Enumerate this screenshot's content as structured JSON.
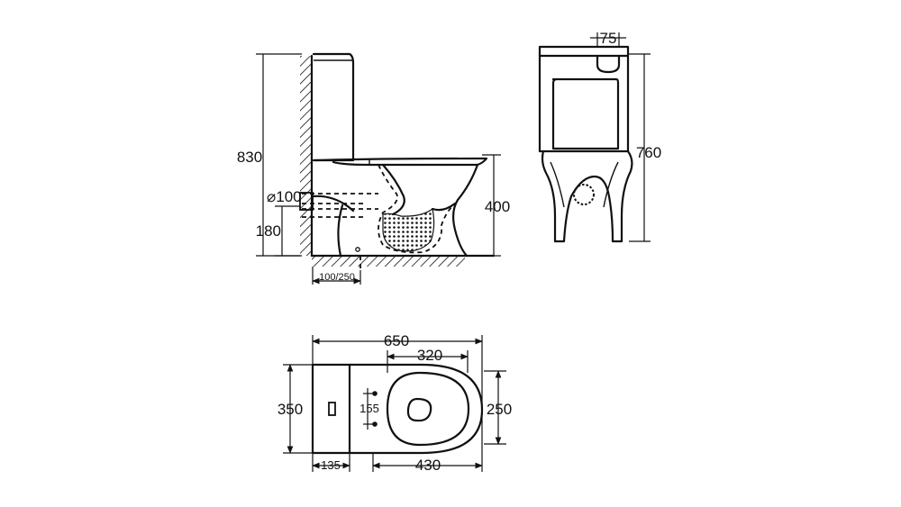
{
  "dimensions": {
    "side_total_height": "830",
    "outlet_diameter": "⌀100",
    "outlet_height": "180",
    "seat_height": "400",
    "rough_in": "100/250",
    "front_top_width": "75",
    "front_total_height": "760",
    "plan_total_length": "650",
    "plan_seat_length": "320",
    "plan_depth": "350",
    "plan_bowl_width": "250",
    "plan_fixing_spacing": "155",
    "plan_tank_depth": "135",
    "plan_bowl_length": "430"
  }
}
